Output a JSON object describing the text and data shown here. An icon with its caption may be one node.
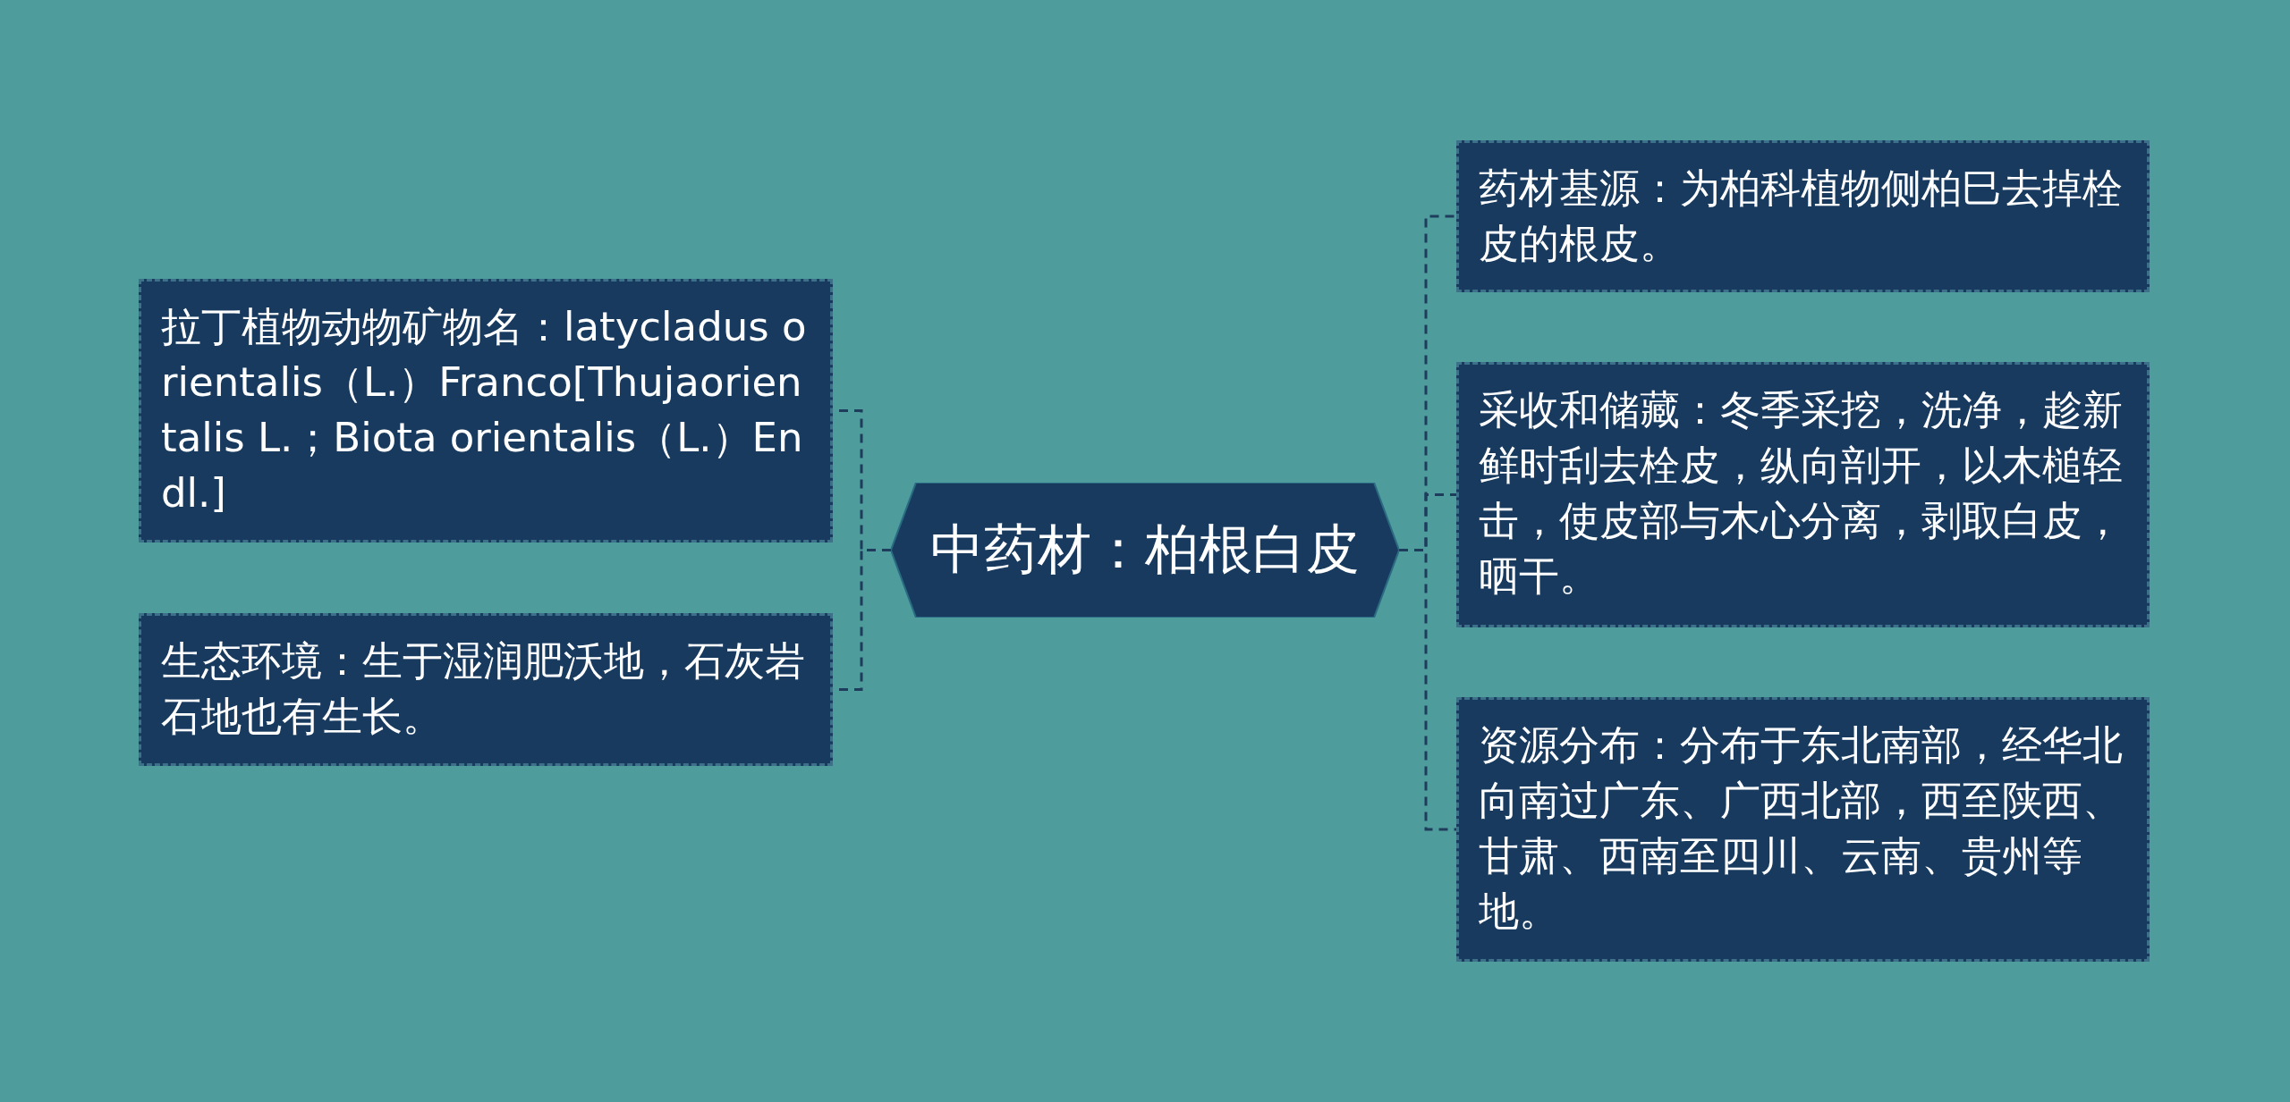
{
  "diagram": {
    "nodes": [
      {
        "text": [
          "中药材：柏根白皮"
        ]
      },
      {
        "text": [
          "拉丁植物动物矿物名：latycladus orientalis（L.）Franco[Thujaorientalis L.；Biota orientalis（L.）Endl.]"
        ]
      },
      {
        "text": [
          "生态环境：生于湿润肥沃地，石灰岩石地也有生长。"
        ]
      },
      {
        "text": [
          "药材基源：为柏科植物侧柏巳去掉栓皮的根皮。"
        ]
      },
      {
        "text": [
          "采收和储藏：冬季采挖，洗净，趁新鲜时刮去栓皮，纵向剖开，以木槌轻击，使皮部与木心分离，剥取白皮，晒干。"
        ]
      },
      {
        "text": [
          "资源分布：分布于东北南部，经华北向南过广东、广西北部，西至陕西、甘肃、西南至四川、云南、贵州等地。"
        ]
      }
    ],
    "edges": [
      {
        "from": 0,
        "to": 1,
        "arrow": "none",
        "style": "dashed"
      },
      {
        "from": 0,
        "to": 2,
        "arrow": "none",
        "style": "dashed"
      },
      {
        "from": 0,
        "to": 3,
        "arrow": "none",
        "style": "dashed"
      },
      {
        "from": 0,
        "to": 4,
        "arrow": "none",
        "style": "dashed"
      },
      {
        "from": 0,
        "to": 5,
        "arrow": "none",
        "style": "dashed"
      }
    ]
  }
}
